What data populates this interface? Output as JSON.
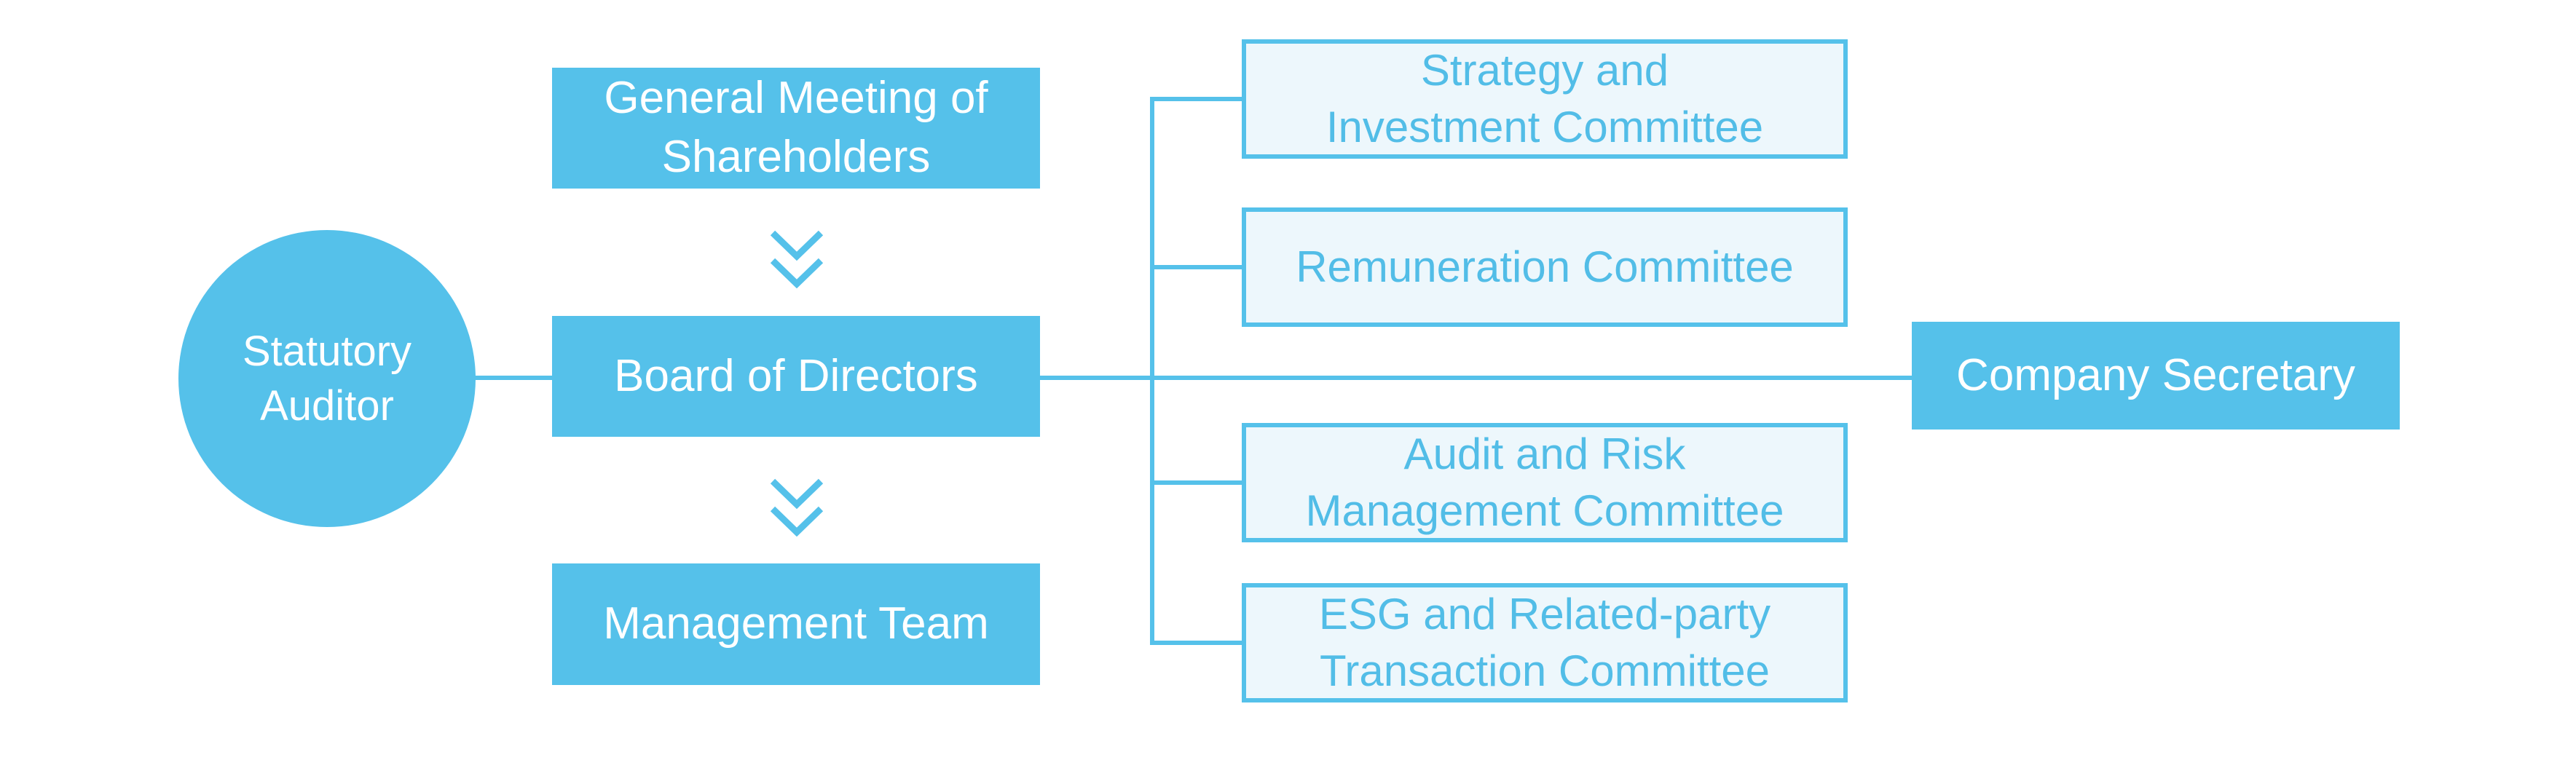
{
  "colors": {
    "primary_blue": "#55C1EA",
    "light_fill": "#EDF7FC",
    "committee_text_blue": "#52BDE7",
    "filled_text": "#FFFFFF",
    "background": "#FFFFFF"
  },
  "diagram": {
    "type": "org-chart",
    "auditor_label": "Statutory\nAuditor",
    "general_meeting_label": "General Meeting of\nShareholders",
    "board_label": "Board of Directors",
    "management_label": "Management Team",
    "committees": [
      "Strategy and\nInvestment Committee",
      "Remuneration Committee",
      "Audit and Risk\nManagement Committee",
      "ESG and Related-party\nTransaction Committee"
    ],
    "secretary_label": "Company Secretary",
    "icons": [
      "double-chevron-down",
      "double-chevron-down"
    ],
    "edges": [
      "Statutory Auditor - Board of Directors",
      "General Meeting of Shareholders -> Board of Directors",
      "Board of Directors -> Management Team",
      "Board of Directors - Strategy and Investment Committee",
      "Board of Directors - Remuneration Committee",
      "Board of Directors - Audit and Risk Management Committee",
      "Board of Directors - ESG and Related-party Transaction Committee",
      "Board of Directors - Company Secretary"
    ]
  }
}
